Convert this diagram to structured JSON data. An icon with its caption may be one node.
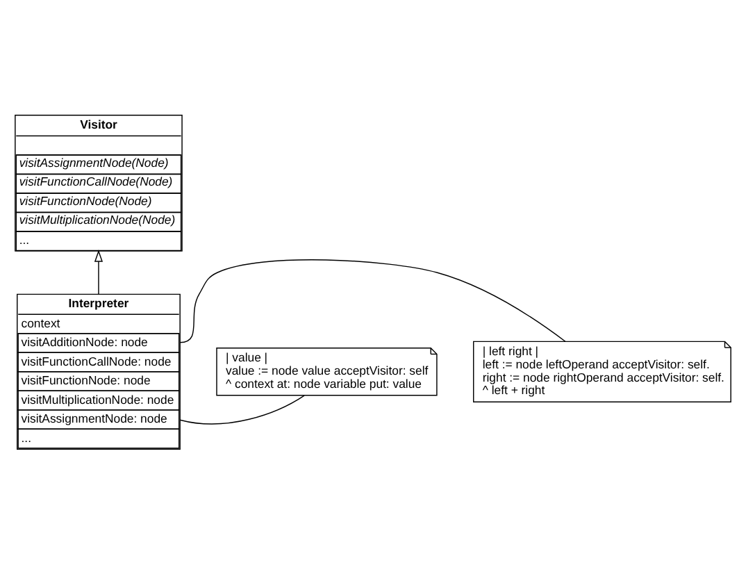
{
  "diagram": {
    "nodes": [
      {
        "text": [
          "Visitor",
          "visitAssignmentNode(Node)",
          "visitFunctionCallNode(Node)",
          "visitFunctionNode(Node)",
          "visitMultiplicationNode(Node)",
          "..."
        ]
      },
      {
        "text": [
          "Interpreter",
          "context",
          "visitAdditionNode: node",
          "visitFunctionCallNode: node",
          "visitFunctionNode: node",
          "visitMultiplicationNode: node",
          "visitAssignmentNode: node",
          "..."
        ]
      },
      {
        "text": [
          "| left right |",
          "left := node leftOperand acceptVisitor: self.",
          "right := node rightOperand acceptVisitor: self.",
          "^ left + right"
        ]
      },
      {
        "text": [
          "| value |",
          "value := node value acceptVisitor: self",
          "^ context at: node variable put: value"
        ]
      }
    ],
    "edges": [
      {
        "from": 1,
        "to": 0,
        "arrow": "to"
      },
      {
        "from": 1,
        "to": 2,
        "arrow": "none"
      },
      {
        "from": 1,
        "to": 3,
        "arrow": "none"
      }
    ]
  }
}
